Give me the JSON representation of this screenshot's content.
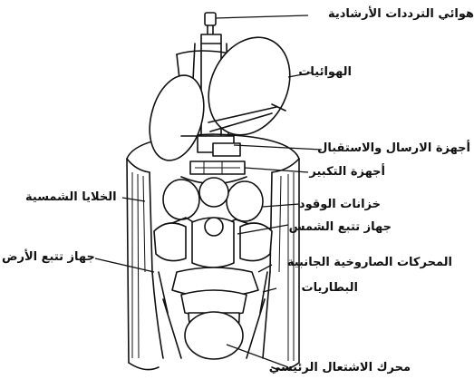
{
  "labels": {
    "antenna_beacon": "هوائي الترددات الأرشادية",
    "antennas": "الهوائيات",
    "transmit_receive": "أجهزة الارسال والاستقبال",
    "amplifiers": "أجهزة التكبير",
    "solar_cells": "الخلايا الشمسية",
    "fuel_tanks": "خزانات الوقود",
    "sun_sensor": "جهاز تتبع الشمس",
    "earth_sensor": "جهاز تتبع الأرض",
    "side_thrusters": "المحركات الصاروخية الجانبية",
    "batteries": "البطاريات",
    "main_engine": "محرك الاشتعال الرئيسي"
  }
}
